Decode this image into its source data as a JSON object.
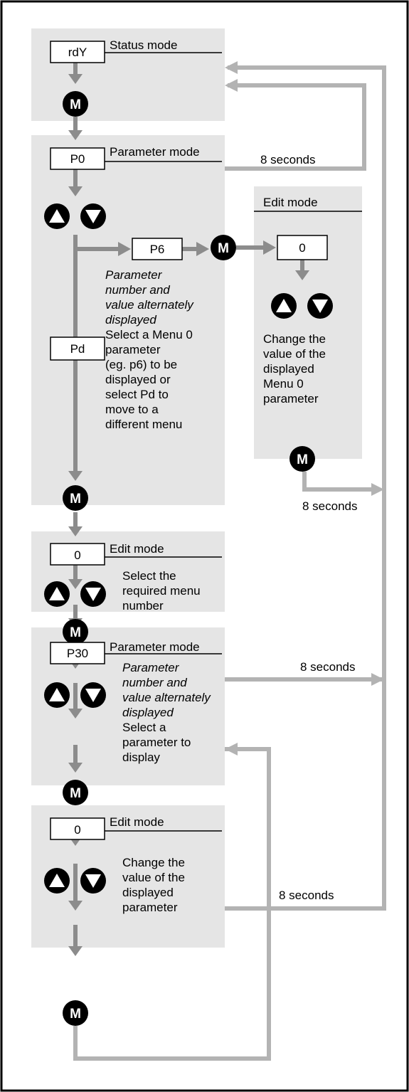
{
  "sections": {
    "status": {
      "display": "rdY",
      "title": "Status mode"
    },
    "param1": {
      "display": "P0",
      "title": "Parameter mode",
      "selected_display": "P6",
      "pd_display": "Pd",
      "note_italic": [
        "Parameter",
        "number and",
        "value alternately",
        "displayed"
      ],
      "note": [
        "Select a Menu 0",
        "parameter",
        "(eg. p6) to be",
        "displayed or",
        "select Pd to",
        "move to a",
        "different menu"
      ]
    },
    "edit_side": {
      "title": "Edit mode",
      "display": "0",
      "note": [
        "Change the",
        "value of the",
        "displayed",
        "Menu 0",
        "parameter"
      ]
    },
    "edit_menu": {
      "display": "0",
      "title": "Edit mode",
      "note": [
        "Select the",
        "required menu",
        "number"
      ]
    },
    "param2": {
      "display": "P30",
      "title": "Parameter mode",
      "note_italic": [
        "Parameter",
        "number and",
        "value alternately",
        "displayed"
      ],
      "note": [
        "Select a",
        "parameter to",
        "display"
      ]
    },
    "edit_param": {
      "display": "0",
      "title": "Edit mode",
      "note": [
        "Change the",
        "value of the",
        "displayed",
        "parameter"
      ]
    }
  },
  "buttons": {
    "mode": "M"
  },
  "timeouts": {
    "t1": "8 seconds",
    "t2": "8 seconds",
    "t3": "8 seconds",
    "t4": "8 seconds"
  },
  "colors": {
    "panel": "#e5e5e5",
    "connector": "#8c8c8c",
    "return_line": "#b3b3b3",
    "button": "#000000"
  },
  "icons": [
    "up-arrow-icon",
    "down-arrow-icon"
  ]
}
